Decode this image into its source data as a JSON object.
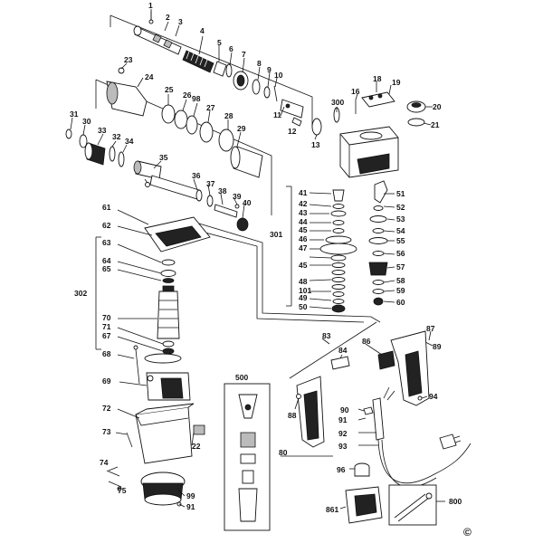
{
  "copyright_symbol": "©",
  "parts": [
    {
      "id": "1"
    },
    {
      "id": "2"
    },
    {
      "id": "3"
    },
    {
      "id": "4"
    },
    {
      "id": "5"
    },
    {
      "id": "6"
    },
    {
      "id": "7"
    },
    {
      "id": "8"
    },
    {
      "id": "9"
    },
    {
      "id": "10"
    },
    {
      "id": "11"
    },
    {
      "id": "12"
    },
    {
      "id": "13"
    },
    {
      "id": "16"
    },
    {
      "id": "18"
    },
    {
      "id": "19"
    },
    {
      "id": "20"
    },
    {
      "id": "21"
    },
    {
      "id": "22"
    },
    {
      "id": "23"
    },
    {
      "id": "24"
    },
    {
      "id": "25"
    },
    {
      "id": "26"
    },
    {
      "id": "27"
    },
    {
      "id": "28"
    },
    {
      "id": "29"
    },
    {
      "id": "30"
    },
    {
      "id": "31"
    },
    {
      "id": "32"
    },
    {
      "id": "33"
    },
    {
      "id": "34"
    },
    {
      "id": "35"
    },
    {
      "id": "36"
    },
    {
      "id": "37"
    },
    {
      "id": "38"
    },
    {
      "id": "39"
    },
    {
      "id": "40"
    },
    {
      "id": "41"
    },
    {
      "id": "42"
    },
    {
      "id": "43"
    },
    {
      "id": "44"
    },
    {
      "id": "45"
    },
    {
      "id": "46"
    },
    {
      "id": "47"
    },
    {
      "id": "48"
    },
    {
      "id": "49"
    },
    {
      "id": "50"
    },
    {
      "id": "51"
    },
    {
      "id": "52"
    },
    {
      "id": "53"
    },
    {
      "id": "54"
    },
    {
      "id": "55"
    },
    {
      "id": "56"
    },
    {
      "id": "57"
    },
    {
      "id": "58"
    },
    {
      "id": "59"
    },
    {
      "id": "60"
    },
    {
      "id": "61"
    },
    {
      "id": "62"
    },
    {
      "id": "63"
    },
    {
      "id": "64"
    },
    {
      "id": "65"
    },
    {
      "id": "67"
    },
    {
      "id": "68"
    },
    {
      "id": "69"
    },
    {
      "id": "70"
    },
    {
      "id": "71"
    },
    {
      "id": "72"
    },
    {
      "id": "73"
    },
    {
      "id": "74"
    },
    {
      "id": "75"
    },
    {
      "id": "80"
    },
    {
      "id": "83"
    },
    {
      "id": "84"
    },
    {
      "id": "86"
    },
    {
      "id": "87"
    },
    {
      "id": "88"
    },
    {
      "id": "89"
    },
    {
      "id": "90"
    },
    {
      "id": "91"
    },
    {
      "id": "92"
    },
    {
      "id": "93"
    },
    {
      "id": "94"
    },
    {
      "id": "96"
    },
    {
      "id": "98"
    },
    {
      "id": "99"
    },
    {
      "id": "101"
    },
    {
      "id": "300"
    },
    {
      "id": "301"
    },
    {
      "id": "302"
    },
    {
      "id": "500"
    },
    {
      "id": "800"
    },
    {
      "id": "861"
    }
  ],
  "extra_labels": {
    "dup_45": "45",
    "dup_91": "91"
  }
}
